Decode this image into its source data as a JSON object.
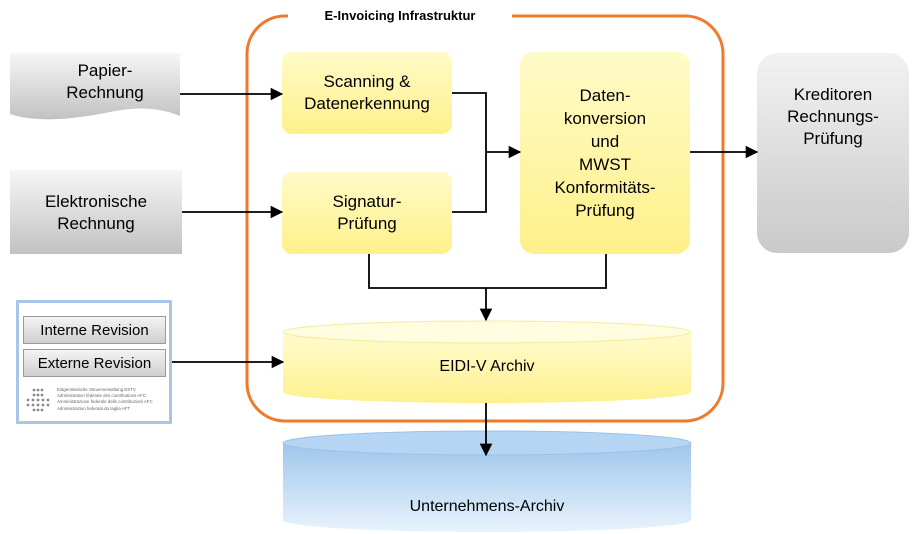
{
  "diagram": {
    "frame_title": "E-Invoicing Infrastruktur",
    "inputs": {
      "paper_invoice": [
        "Papier-",
        "Rechnung"
      ],
      "electronic_invoice": [
        "Elektronische",
        "Rechnung"
      ]
    },
    "process": {
      "scanning": [
        "Scanning &",
        "Datenerkennung"
      ],
      "signature_check": [
        "Signatur-",
        "Prüfung"
      ],
      "conversion": [
        "Daten-",
        "konversion",
        "und",
        "MWST",
        "Konformitäts-",
        "Prüfung"
      ]
    },
    "output": {
      "creditor_check": [
        "Kreditoren",
        "Rechnungs-",
        "Prüfung"
      ]
    },
    "archives": {
      "eidi_archive": "EIDI-V Archiv",
      "company_archive": "Unternehmens-Archiv"
    },
    "revision": {
      "internal": "Interne Revision",
      "external": "Externe Revision",
      "logo_lines": [
        "Eidgenössische Steuerverwaltung ESTV",
        "Administration fédérale des contributions AFC",
        "Amministrazione federale delle contribuzioni AFC",
        "Administraziun federala da taglia AFT"
      ]
    },
    "colors": {
      "frame": "#f07a2a",
      "process_fill": "#fff6a8",
      "grey_fill": "#d6d6d6",
      "archive_blue": "#bcd9f2",
      "legend_border": "#a9c6e8"
    }
  }
}
